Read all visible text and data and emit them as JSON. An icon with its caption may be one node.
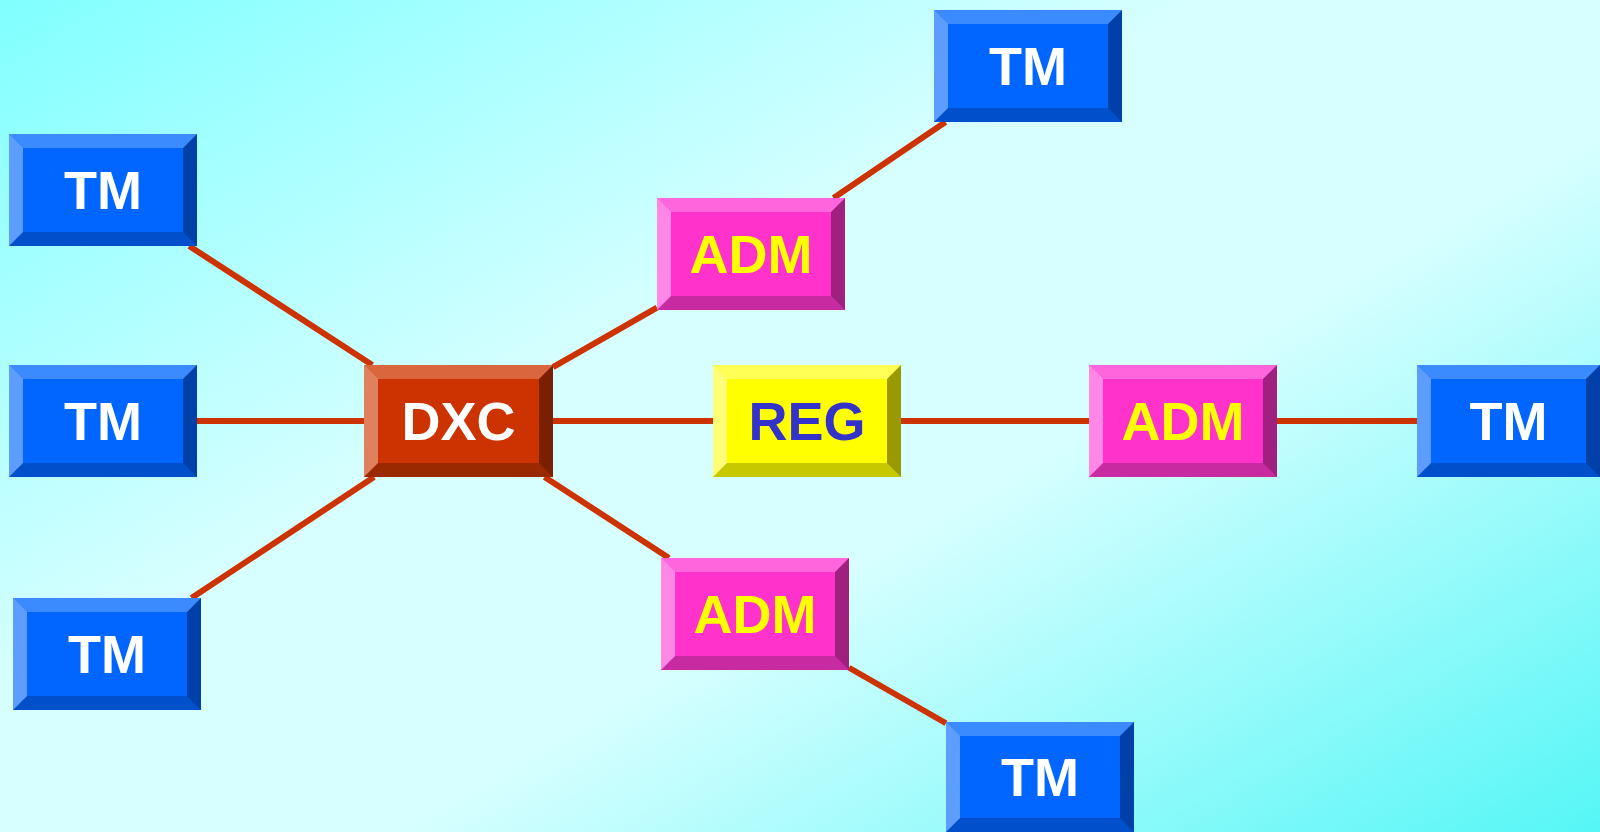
{
  "diagram": {
    "nodes": [
      {
        "text": [
          "TM"
        ]
      },
      {
        "text": [
          "TM"
        ]
      },
      {
        "text": [
          "TM"
        ]
      },
      {
        "text": [
          "DXC"
        ]
      },
      {
        "text": [
          "ADM"
        ]
      },
      {
        "text": [
          "TM"
        ]
      },
      {
        "text": [
          "REG"
        ]
      },
      {
        "text": [
          "ADM"
        ]
      },
      {
        "text": [
          "TM"
        ]
      },
      {
        "text": [
          "ADM"
        ]
      },
      {
        "text": [
          "TM"
        ]
      }
    ],
    "edges": [
      {
        "from": 3,
        "to": 0,
        "arrow": "none"
      },
      {
        "from": 3,
        "to": 1,
        "arrow": "none"
      },
      {
        "from": 3,
        "to": 2,
        "arrow": "none"
      },
      {
        "from": 3,
        "to": 4,
        "arrow": "none"
      },
      {
        "from": 4,
        "to": 5,
        "arrow": "none"
      },
      {
        "from": 3,
        "to": 6,
        "arrow": "none"
      },
      {
        "from": 6,
        "to": 7,
        "arrow": "none"
      },
      {
        "from": 7,
        "to": 8,
        "arrow": "none"
      },
      {
        "from": 3,
        "to": 9,
        "arrow": "none"
      },
      {
        "from": 9,
        "to": 10,
        "arrow": "none"
      }
    ]
  }
}
